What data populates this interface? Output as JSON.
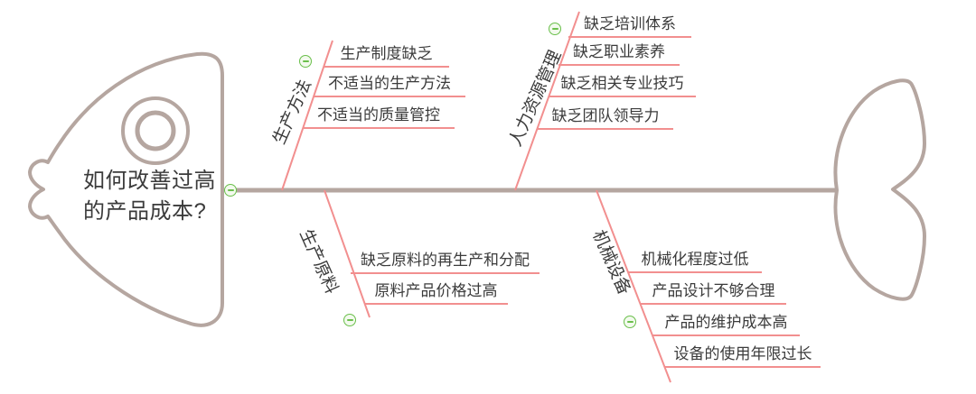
{
  "head": {
    "title": "如何改善过高的产品成本?"
  },
  "branches": [
    {
      "label": "生产方法",
      "position": "top-left",
      "items": [
        "生产制度缺乏",
        "不适当的生产方法",
        "不适当的质量管控"
      ]
    },
    {
      "label": "人力资源管理",
      "position": "top-right",
      "items": [
        "缺乏培训体系",
        "缺乏职业素养",
        "缺乏相关专业技巧",
        "缺乏团队领导力"
      ]
    },
    {
      "label": "生产原料",
      "position": "bottom-left",
      "items": [
        "缺乏原料的再生产和分配",
        "原料产品价格过高"
      ]
    },
    {
      "label": "机械设备",
      "position": "bottom-right",
      "items": [
        "机械化程度过低",
        "产品设计不够合理",
        "产品的维护成本高",
        "设备的使用年限过长"
      ]
    }
  ],
  "icons": {
    "collapse": "minus-circle"
  },
  "colors": {
    "skeleton": "#b5a6a0",
    "branch_line": "#f28f8f",
    "text": "#3b3b3b",
    "collapse_green": "#6abf4b",
    "background": "#ffffff"
  }
}
